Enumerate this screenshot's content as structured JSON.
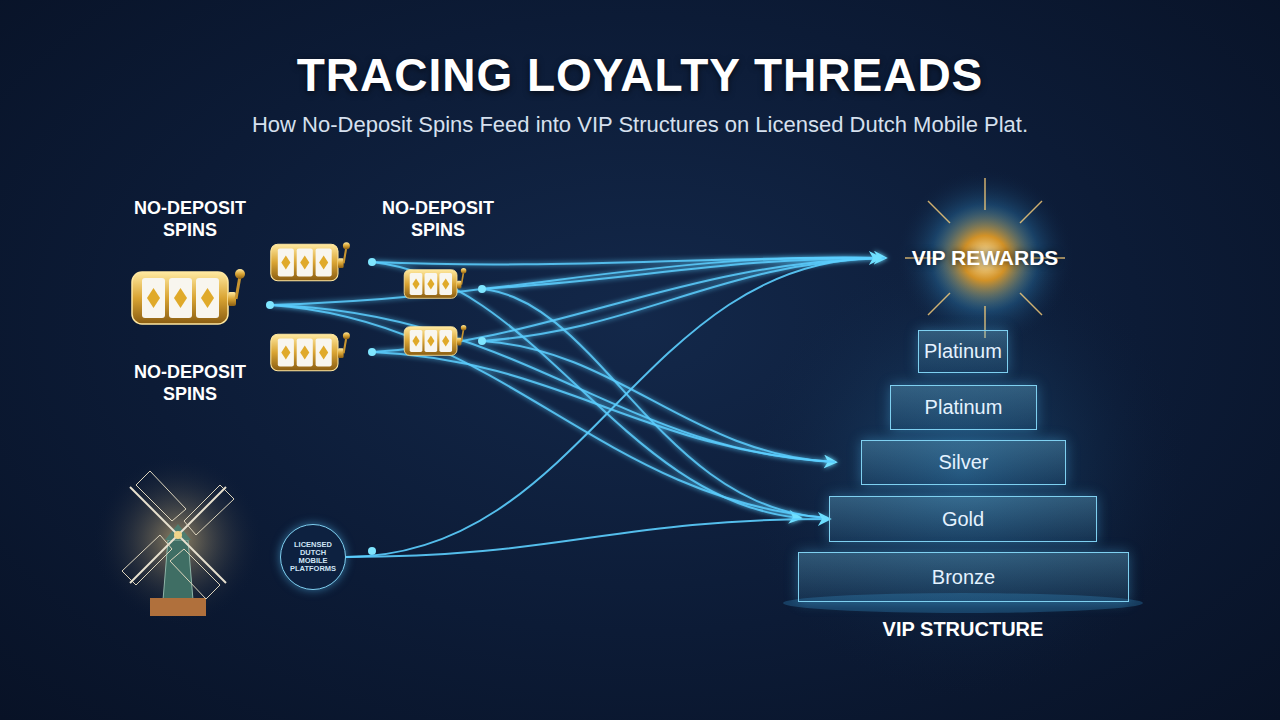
{
  "diagram": {
    "title": "TRACING LOYALTY THREADS",
    "caption": "How No-Deposit Spins Feed into VIP Structures on Licensed Dutch Mobile Plat.",
    "nodes": [
      {
        "text": [
          "LICENSED DUTCH MOBILE PLATFORMS"
        ]
      },
      {
        "text": [
          "VIP REWARDS"
        ]
      },
      {
        "text": [
          "Platinum"
        ]
      },
      {
        "text": [
          "Platinum"
        ]
      },
      {
        "text": [
          "Silver"
        ]
      },
      {
        "text": [
          "Gold"
        ]
      },
      {
        "text": [
          "Bronze"
        ]
      }
    ],
    "edges": [
      {
        "from": 0,
        "to": 1,
        "arrow": "to"
      },
      {
        "from": 0,
        "to": 5,
        "arrow": "to"
      }
    ],
    "labels": [
      "NO-DEPOSIT SPINS",
      "NO-DEPOSIT SPINS",
      "NO-DEPOSIT SPINS",
      "VIP STRUCTURE"
    ]
  }
}
